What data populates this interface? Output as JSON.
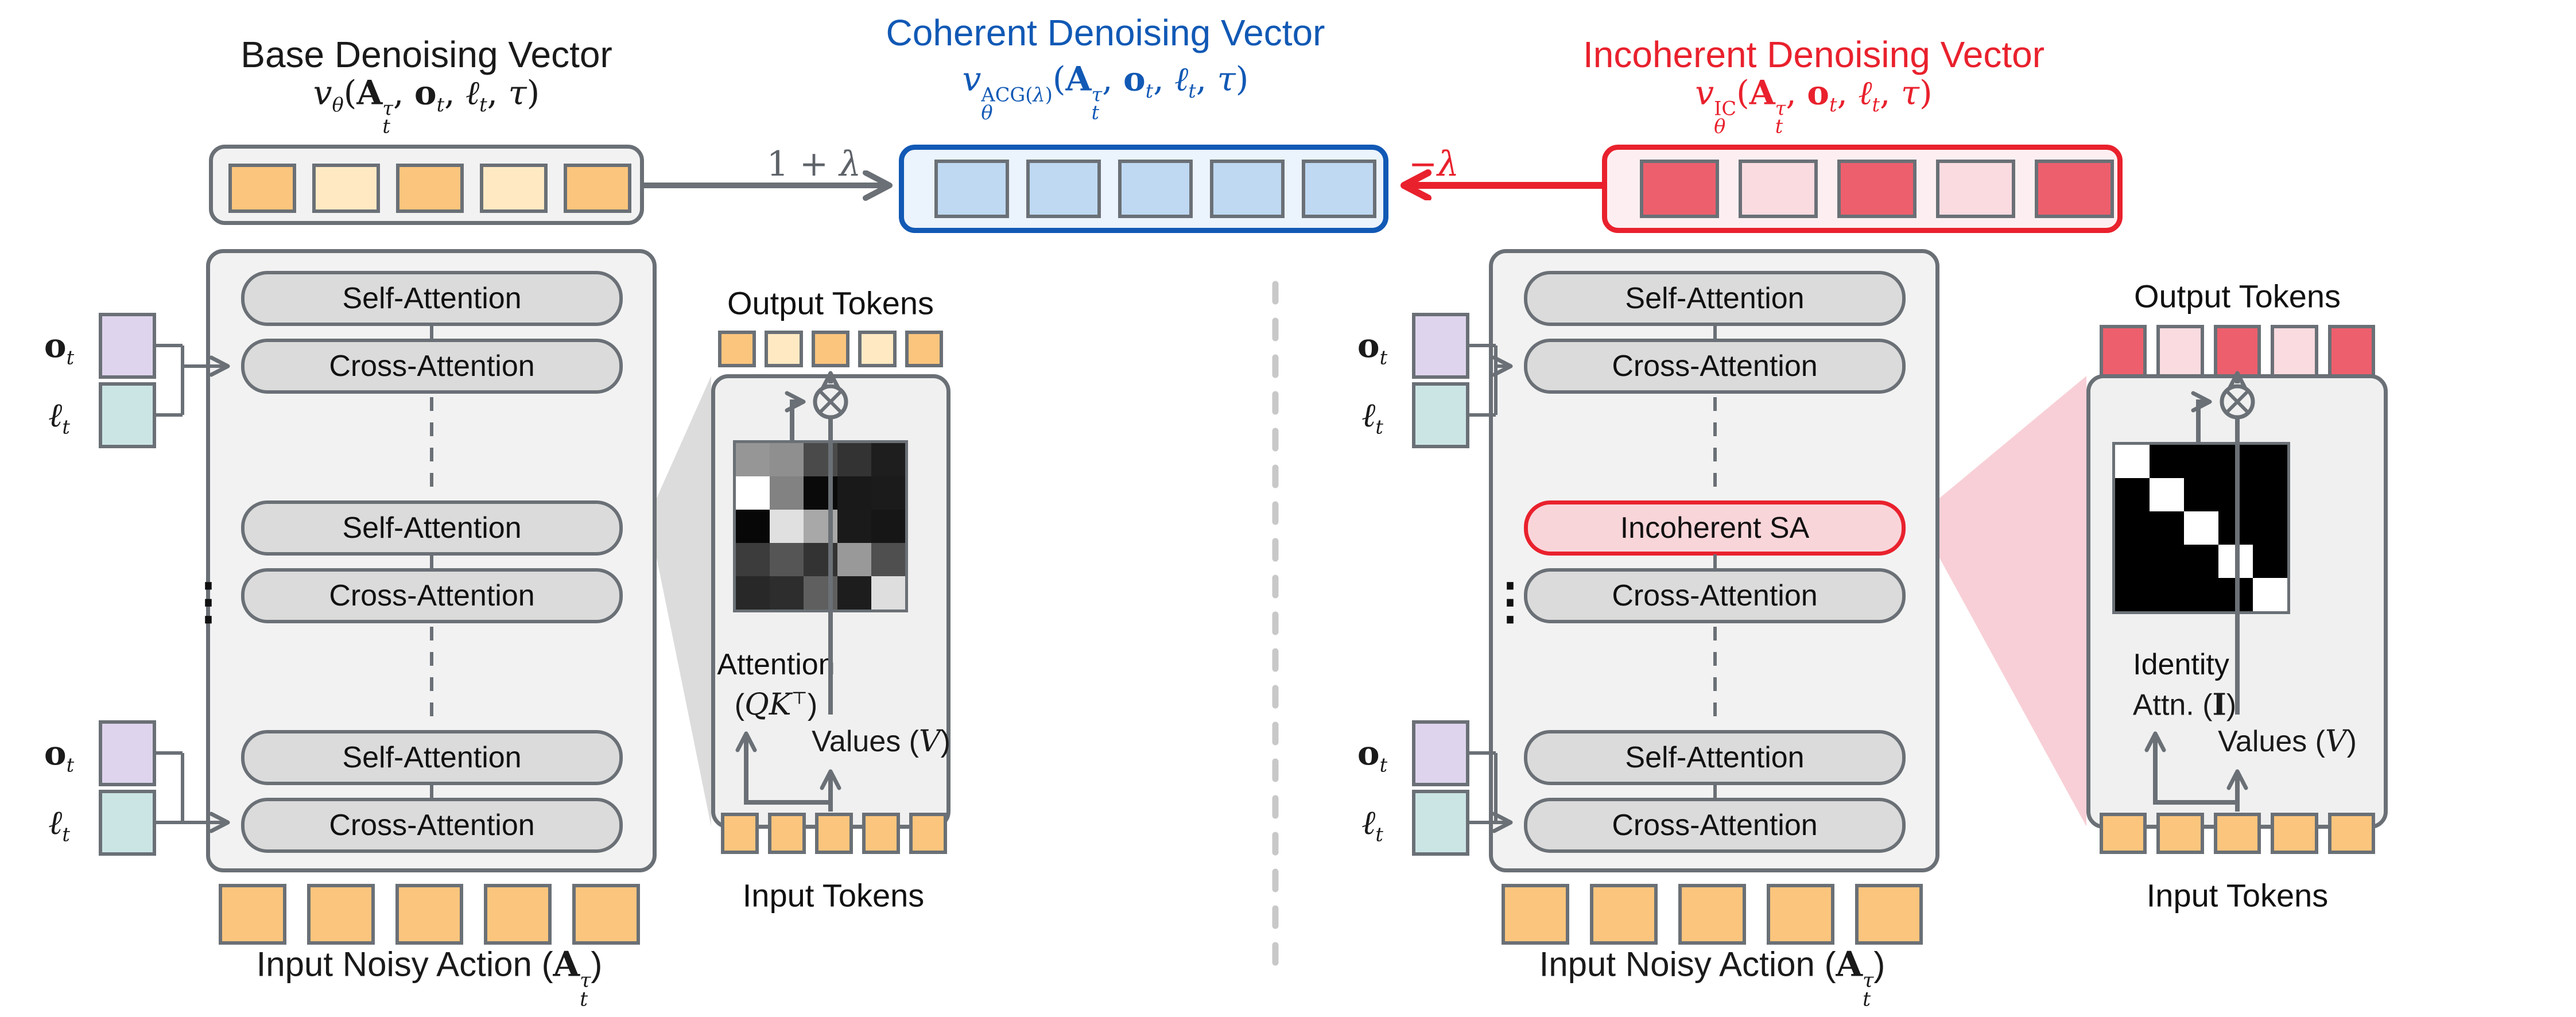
{
  "colors": {
    "line_gray": "#6a7076",
    "accent_blue": "#1159b5",
    "accent_red": "#e9212d",
    "lambda_gray": "#5e6369",
    "divider_gray": "#c8c8c8",
    "wedge_gray": "#dcdcdc",
    "wedge_pink": "#f8cfd6",
    "orange": "#fbc57d",
    "orange_light": "#fee9c3",
    "blue_token": "#bfd9f2",
    "red_token": "#ee5f6d",
    "pink_token": "#f9dbe0",
    "purple_token": "#dfd4ed",
    "teal_token": "#cbe5e5"
  },
  "top": {
    "base": {
      "title": "Base Denoising Vector",
      "formula": "*v*_{*θ*}(**A**^{*τ*}_{*t*}, **o**_{*t*}, *ℓ*_{*t*}, *τ*)",
      "tokens": [
        "#fbc57d",
        "#fee9c3",
        "#fbc57d",
        "#fee9c3",
        "#fbc57d"
      ]
    },
    "gain_label": "1 + *λ*",
    "coherent": {
      "title": "Coherent Denoising Vector",
      "formula": "*v*^{ACG(*λ*)}_{*θ*}(**A**^{*τ*}_{*t*}, **o**_{*t*}, *ℓ*_{*t*}, *τ*)",
      "tokens": [
        "#bfd9f2",
        "#bfd9f2",
        "#bfd9f2",
        "#bfd9f2",
        "#bfd9f2"
      ]
    },
    "neg_label": "−*λ*",
    "incoherent": {
      "title": "Incoherent Denoising Vector",
      "formula": "*v*^{IC}_{*θ*}(**A**^{*τ*}_{*t*}, **o**_{*t*}, *ℓ*_{*t*}, *τ*)",
      "tokens": [
        "#ee5f6d",
        "#f9dbe0",
        "#ee5f6d",
        "#f9dbe0",
        "#ee5f6d"
      ]
    }
  },
  "blocks": {
    "obs_label": "**o**_{*t*}",
    "lang_label": "*ℓ*_{*t*}",
    "dots": "⋮",
    "left": {
      "layers": [
        "Self-Attention",
        "Cross-Attention",
        "Self-Attention",
        "Cross-Attention",
        "Self-Attention",
        "Cross-Attention"
      ]
    },
    "right": {
      "layers": [
        "Self-Attention",
        "Cross-Attention",
        "Incoherent SA",
        "Cross-Attention",
        "Self-Attention",
        "Cross-Attention"
      ]
    }
  },
  "panels": {
    "left": {
      "output_title": "Output Tokens",
      "attn_line1": "Attention",
      "attn_line2": "(*QK*^{⊤})",
      "values_label": "Values (*V*)",
      "input_title": "Input Tokens",
      "otimes_icon": "otimes",
      "output_tokens": [
        "#fbc57d",
        "#fee9c3",
        "#fbc57d",
        "#fee9c3",
        "#fbc57d"
      ],
      "input_tokens": [
        "#fbc57d",
        "#fbc57d",
        "#fbc57d",
        "#fbc57d",
        "#fbc57d"
      ]
    },
    "right": {
      "output_title": "Output Tokens",
      "attn_line1": "Identity",
      "attn_line2": "Attn. (**I**)",
      "values_label": "Values (*V*)",
      "input_title": "Input Tokens",
      "otimes_icon": "otimes",
      "output_tokens": [
        "#ee5f6d",
        "#f9dbe0",
        "#ee5f6d",
        "#f9dbe0",
        "#ee5f6d"
      ],
      "input_tokens": [
        "#fbc57d",
        "#fbc57d",
        "#fbc57d",
        "#fbc57d",
        "#fbc57d"
      ]
    }
  },
  "bottom": {
    "noisy_action_label": "Input Noisy Action (**A**^{*τ*}_{*t*})",
    "left_tokens": [
      "#fbc57d",
      "#fbc57d",
      "#fbc57d",
      "#fbc57d",
      "#fbc57d"
    ],
    "right_tokens": [
      "#fbc57d",
      "#fbc57d",
      "#fbc57d",
      "#fbc57d",
      "#fbc57d"
    ]
  },
  "chart_data": {
    "type": "heatmap",
    "attention_matrix": {
      "title": "Attention (QK^T) weights, grayscale 0-255, 5x5",
      "values": [
        [
          150,
          143,
          74,
          51,
          30
        ],
        [
          255,
          130,
          10,
          25,
          27
        ],
        [
          7,
          224,
          168,
          26,
          22
        ],
        [
          60,
          85,
          51,
          153,
          79
        ],
        [
          40,
          45,
          95,
          29,
          222
        ]
      ]
    },
    "identity_matrix": {
      "title": "Identity attention (I), grayscale 0-255, 5x5",
      "values": [
        [
          255,
          0,
          0,
          0,
          0
        ],
        [
          0,
          255,
          0,
          0,
          0
        ],
        [
          0,
          0,
          255,
          0,
          0
        ],
        [
          0,
          0,
          0,
          255,
          0
        ],
        [
          0,
          0,
          0,
          0,
          255
        ]
      ]
    }
  }
}
